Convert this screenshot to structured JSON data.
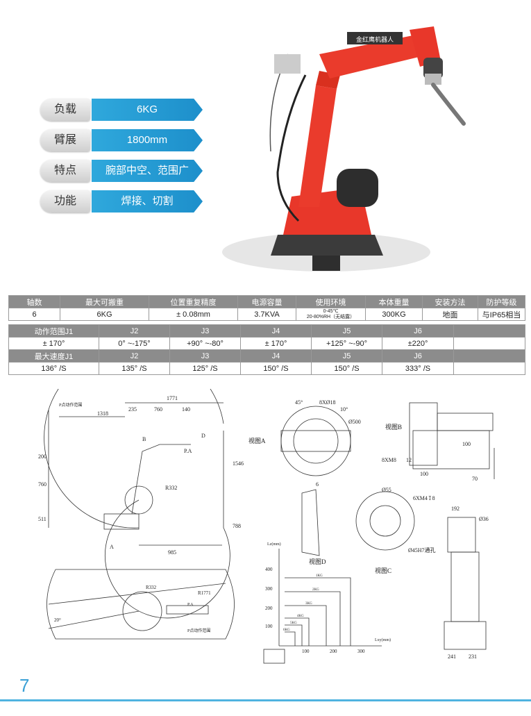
{
  "robot_logo_text": "金红鹰机器人",
  "features": [
    {
      "label": "负载",
      "value": "6KG"
    },
    {
      "label": "臂展",
      "value": "1800mm"
    },
    {
      "label": "特点",
      "value": "腕部中空、范围广"
    },
    {
      "label": "功能",
      "value": "焊接、切割"
    }
  ],
  "spec_headers": [
    "轴数",
    "最大可搬重",
    "位置重复精度",
    "电源容量",
    "使用环境",
    "本体重量",
    "安装方法",
    "防护等级"
  ],
  "spec_values": [
    "6",
    "6KG",
    "± 0.08mm",
    "3.7KVA",
    "0-45℃",
    "20-80%RH（无结露）",
    "300KG",
    "地面",
    "与IP65相当"
  ],
  "range_headers": [
    "动作范围J1",
    "J2",
    "J3",
    "J4",
    "J5",
    "J6"
  ],
  "range_values": [
    "± 170°",
    "0° ~-175°",
    "+90° ~-80°",
    "± 170°",
    "+125° ~-90°",
    "±220°"
  ],
  "speed_headers": [
    "最大速度J1",
    "J2",
    "J3",
    "J4",
    "J5",
    "J6"
  ],
  "speed_values": [
    "136° /S",
    "135° /S",
    "125° /S",
    "150° /S",
    "150° /S",
    "333° /S"
  ],
  "drawing": {
    "dim_1771": "1771",
    "dim_1318": "1318",
    "dim_235": "235",
    "dim_760": "760",
    "dim_140": "140",
    "pa_range": "P点动作范围",
    "dim_200": "200",
    "dim_760v": "760",
    "dim_511": "511",
    "dim_1546": "1546",
    "dim_788": "788",
    "dim_985": "985",
    "r332": "R332",
    "lbl_b": "B",
    "lbl_d": "D",
    "lbl_a": "A",
    "lbl_pa": "P.A",
    "view_a": "视图A",
    "dim_45": "45°",
    "dim_8x18": "8XØ18",
    "dim_10": "10°",
    "dim_500": "Ø500",
    "view_b": "视图B",
    "dim_100": "100",
    "dim_70": "70",
    "dim_8xm8": "8XM8",
    "dim_12": "12",
    "dim_6": "6",
    "dim_55": "Ø55",
    "dim_6xm4": "6XM4↧8",
    "dim_phi36": "Ø36",
    "dim_192": "192",
    "view_d": "视图D",
    "view_c": "视图C",
    "dim_45h7": "Ø45H7通孔",
    "lz_label": "Lz(mm)",
    "lxy_label": "Lxy(mm)",
    "y400": "400",
    "y300": "300",
    "y200": "200",
    "y100": "100",
    "x100": "100",
    "x200": "200",
    "x300": "300",
    "kg1": "1KG",
    "kg2": "2KG",
    "kg3": "3KG",
    "kg4": "4KG",
    "kg5": "5KG",
    "kg6": "6KG",
    "r332b": "R332",
    "r1771": "R1771",
    "dim_20": "20°",
    "pa_range2": "P点动作范围",
    "dim_241": "241",
    "dim_231": "231"
  },
  "page_number": "7"
}
